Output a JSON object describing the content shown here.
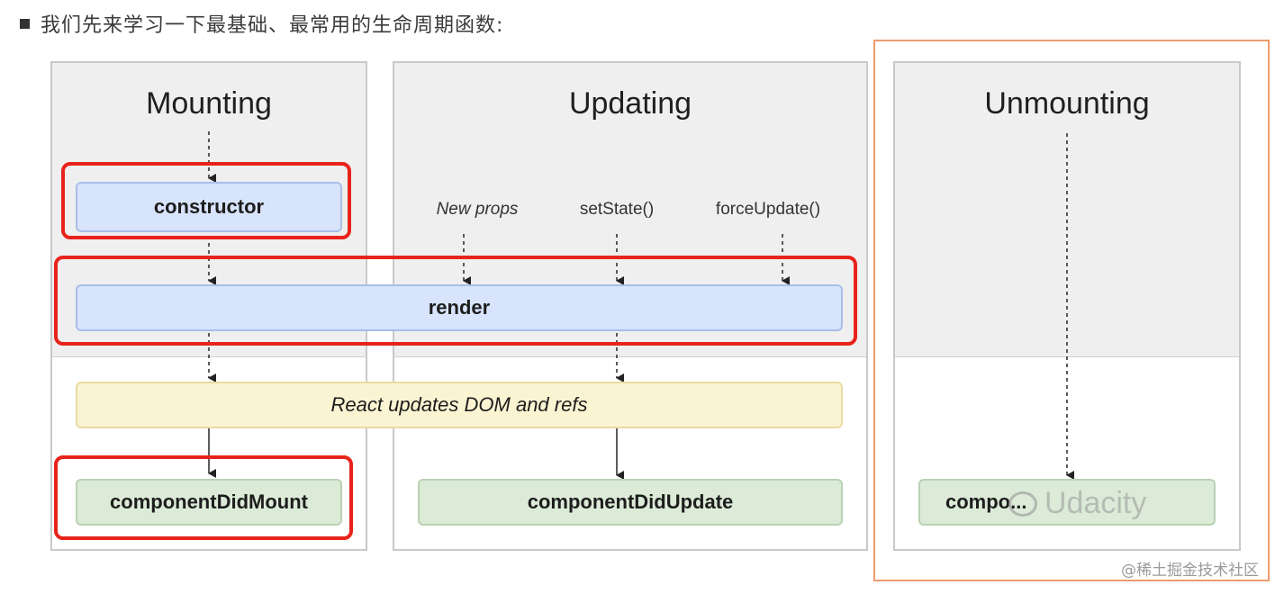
{
  "heading": "我们先来学习一下最基础、最常用的生命周期函数:",
  "panels": {
    "mounting": "Mounting",
    "updating": "Updating",
    "unmounting": "Unmounting"
  },
  "triggers": {
    "new_props": "New props",
    "set_state": "setState()",
    "force_update": "forceUpdate()"
  },
  "boxes": {
    "constructor": "constructor",
    "render": "render",
    "react_updates": "React updates DOM and refs",
    "did_mount": "componentDidMount",
    "did_update": "componentDidUpdate",
    "will_unmount": "compo..."
  },
  "watermark": "Udacity",
  "footer": "@稀土掘金技术社区",
  "colors": {
    "highlight": "#e8231b",
    "blue_box": "#d8e4fb",
    "green_box": "#dcebd8",
    "yellow_box": "#fbf4d2",
    "panel_bg": "#efefef",
    "unmount_frame": "#ee9b6e"
  }
}
